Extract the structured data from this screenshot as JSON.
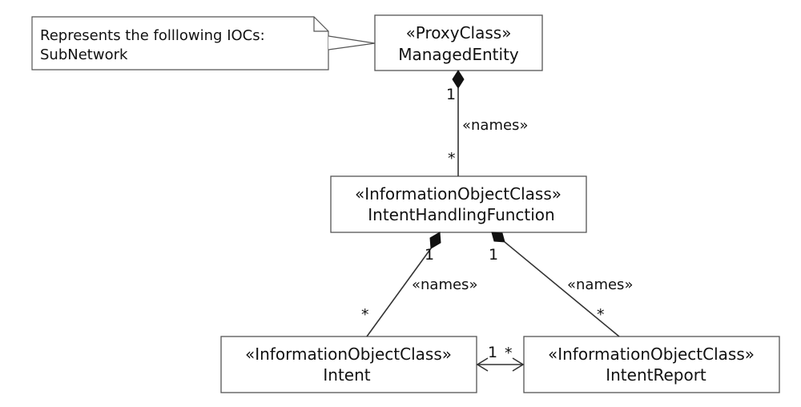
{
  "note": {
    "line1": "Represents the folllowing IOCs:",
    "line2": "SubNetwork"
  },
  "classes": {
    "managed_entity": {
      "stereotype": "«ProxyClass»",
      "name": "ManagedEntity"
    },
    "intent_handling_function": {
      "stereotype": "«InformationObjectClass»",
      "name": "IntentHandlingFunction"
    },
    "intent": {
      "stereotype": "«InformationObjectClass»",
      "name": "Intent"
    },
    "intent_report": {
      "stereotype": "«InformationObjectClass»",
      "name": "IntentReport"
    }
  },
  "associations": {
    "me_ihf": {
      "label": "«names»",
      "source_mult": "1",
      "target_mult": "*"
    },
    "ihf_intent": {
      "label": "«names»",
      "source_mult": "1",
      "target_mult": "*"
    },
    "ihf_report": {
      "label": "«names»",
      "source_mult": "1",
      "target_mult": "*"
    },
    "intent_report": {
      "intent_mult": "1",
      "report_mult": "*"
    }
  }
}
